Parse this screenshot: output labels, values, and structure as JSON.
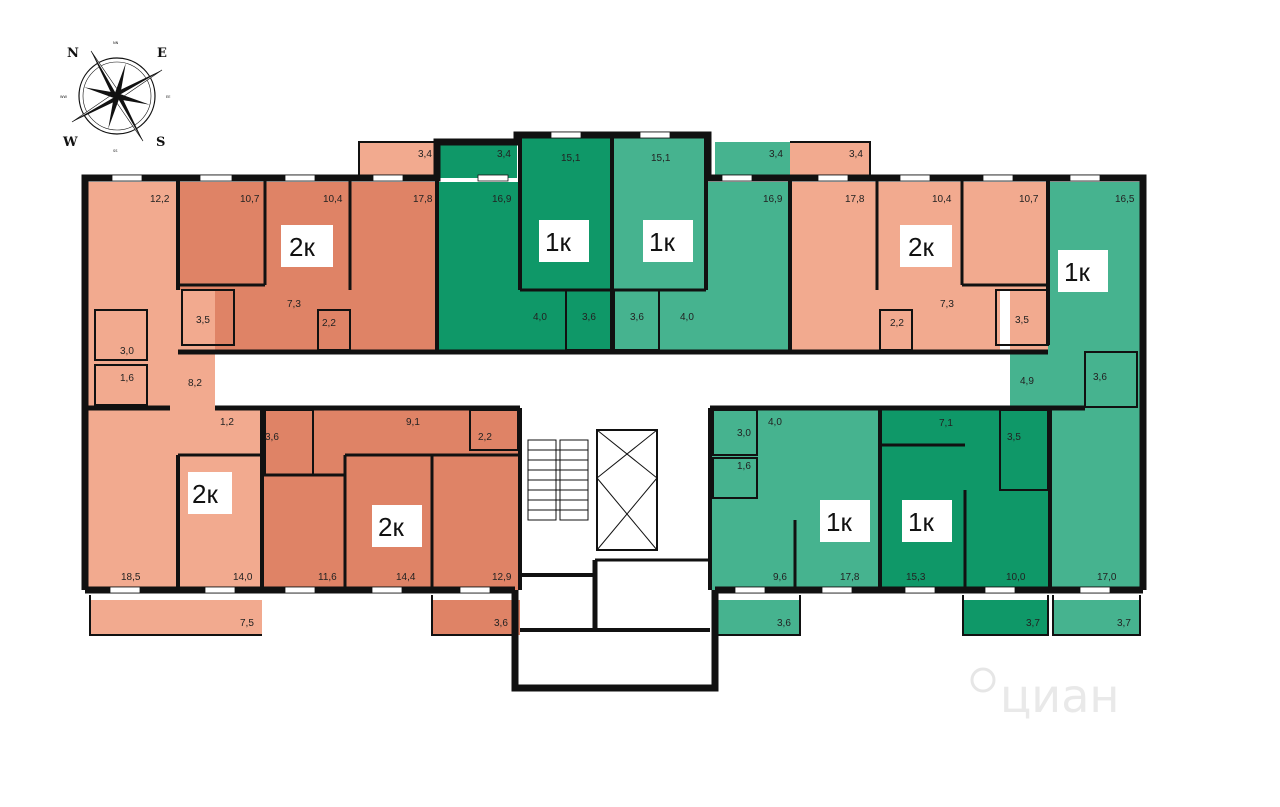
{
  "compass": {
    "n": "N",
    "e": "E",
    "s": "S",
    "w": "W",
    "nn": "NN",
    "ee": "EE",
    "ss": "SS",
    "ww": "WW"
  },
  "watermark": "циан",
  "colors": {
    "orange_light": "#f2aa8f",
    "orange_dark": "#df8366",
    "green_light": "#46b38f",
    "green_dark": "#0f9868",
    "wall": "#111111"
  },
  "apartments": [
    {
      "id": "a1",
      "type": "2к"
    },
    {
      "id": "a2",
      "type": "1к"
    },
    {
      "id": "a3",
      "type": "1к"
    },
    {
      "id": "a4",
      "type": "2к"
    },
    {
      "id": "a5",
      "type": "1к"
    },
    {
      "id": "a6",
      "type": "2к"
    },
    {
      "id": "a7",
      "type": "2к"
    },
    {
      "id": "a8",
      "type": "1к"
    },
    {
      "id": "a9",
      "type": "1к"
    }
  ],
  "areas": {
    "b1": "3,4",
    "b2": "3,4",
    "b3": "15,1",
    "b4": "15,1",
    "b5": "3,4",
    "b6": "3,4",
    "r1": "12,2",
    "r2": "10,7",
    "r3": "10,4",
    "r4": "17,8",
    "r5": "16,9",
    "r6": "16,9",
    "r7": "17,8",
    "r8": "10,4",
    "r9": "10,7",
    "r10": "16,5",
    "h1": "7,3",
    "h2": "7,3",
    "t1": "3,5",
    "t2": "2,2",
    "t3": "2,2",
    "t4": "3,5",
    "c1": "4,0",
    "c2": "3,6",
    "c3": "3,6",
    "c4": "4,0",
    "w1": "3,0",
    "w2": "1,6",
    "w3": "8,2",
    "w4": "4,9",
    "w5": "3,6",
    "m1": "1,2",
    "m2": "3,6",
    "m3": "9,1",
    "m4": "2,2",
    "n1": "3,0",
    "n2": "4,0",
    "n3": "1,6",
    "n4": "7,1",
    "n5": "3,5",
    "s1": "18,5",
    "s2": "14,0",
    "s3": "11,6",
    "s4": "14,4",
    "s5": "12,9",
    "s6": "9,6",
    "s7": "17,8",
    "s8": "15,3",
    "s9": "10,0",
    "s10": "17,0",
    "l1": "7,5",
    "l2": "3,6",
    "l3": "3,6",
    "l4": "3,7",
    "l5": "3,7"
  }
}
